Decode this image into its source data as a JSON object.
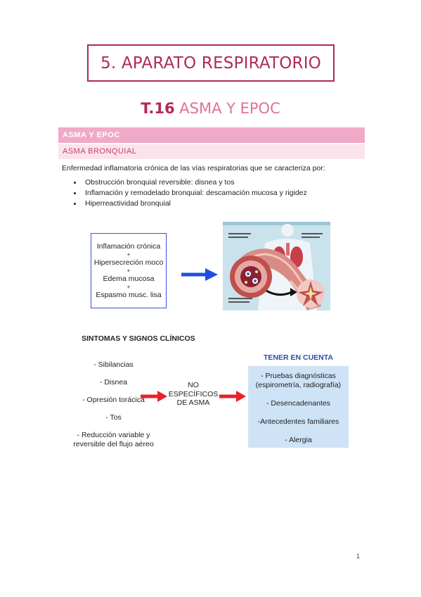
{
  "chapter": {
    "title": "5. APARATO RESPIRATORIO"
  },
  "topic": {
    "number": "T.16",
    "name": "ASMA Y EPOC"
  },
  "section": {
    "main": "ASMA Y EPOC",
    "sub": "ASMA BRONQUIAL"
  },
  "intro": "Enfermedad inflamatoria crónica de las vías respiratorias que se caracteriza por:",
  "bullets": [
    "Obstrucción bronquial reversible: disnea y tos",
    "Inflamación y remodelado bronquial: descamación mucosa y rigidez",
    "Hiperreactividad bronquial"
  ],
  "mechanism": {
    "items": [
      "Inflamación crónica",
      "Hipersecreción moco",
      "Edema mucosa",
      "Espasmo musc. lisa"
    ],
    "plus": "+"
  },
  "symptoms": {
    "title": "SINTOMAS Y SIGNOS CLÍNICOS",
    "items": [
      "- Sibilancias",
      "- Disnea",
      "- Opresión torácica",
      "- Tos",
      "- Reducción variable y reversible del flujo aéreo"
    ],
    "not_specific": "NO ESPECÍFICOS DE ASMA"
  },
  "considerations": {
    "title": "TENER EN CUENTA",
    "items": [
      "- Pruebas diagnósticas (espirometría, radiografía)",
      "- Desencadenantes",
      "-Antecedentes familiares",
      "- Alergia"
    ]
  },
  "page_number": "1",
  "colors": {
    "accent": "#b12a57",
    "band": "#f0a9c6",
    "band_light": "#fbe3ec",
    "info_box": "#cfe3f7",
    "arrow_blue": "#1f4fe0",
    "arrow_red": "#e8212b"
  }
}
